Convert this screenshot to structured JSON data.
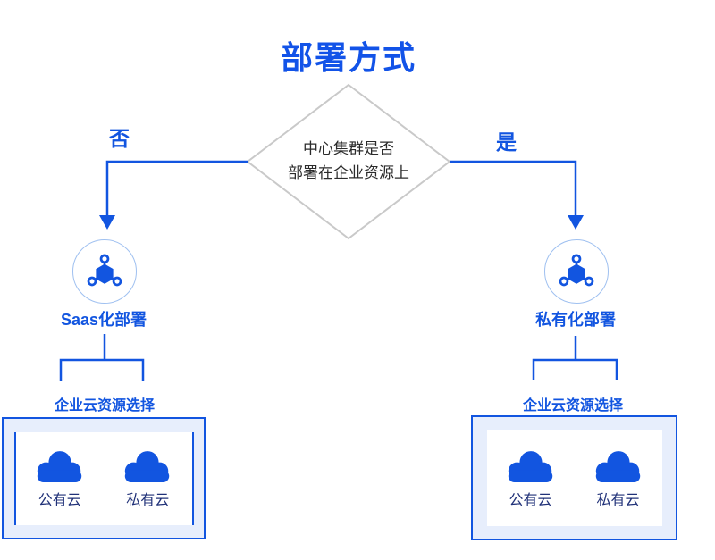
{
  "title": "部署方式",
  "decision": {
    "line1": "中心集群是否",
    "line2": "部署在企业资源上"
  },
  "branches": {
    "no": {
      "label": "否",
      "node_label": "Saas化部署",
      "node_icon": "cluster-icon",
      "section_title": "企业云资源选择",
      "options": [
        {
          "label": "公有云",
          "icon": "cloud-icon"
        },
        {
          "label": "私有云",
          "icon": "cloud-icon"
        }
      ]
    },
    "yes": {
      "label": "是",
      "node_label": "私有化部署",
      "node_icon": "cluster-icon",
      "section_title": "企业云资源选择",
      "options": [
        {
          "label": "公有云",
          "icon": "cloud-icon"
        },
        {
          "label": "私有云",
          "icon": "cloud-icon"
        }
      ]
    }
  },
  "colors": {
    "primary_blue": "#1255e0",
    "box_background": "#e7eefc",
    "diamond_border": "#c9c9c9",
    "diamond_text": "#2b2b2b",
    "cloud_label_text": "#203178",
    "circle_border": "#9fc0f0"
  }
}
